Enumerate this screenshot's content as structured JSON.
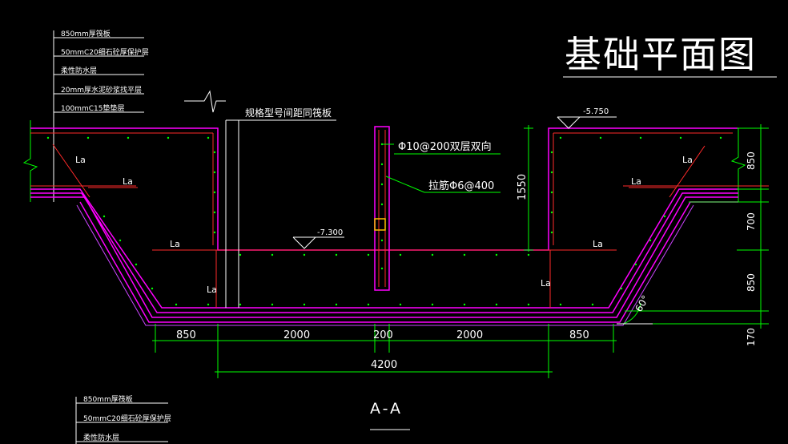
{
  "title": "基础平面图",
  "section_label": "A-A",
  "layers_top": [
    "850mm厚筏板",
    "50mmC20细石砼厚保护层",
    "柔性防水层",
    "20mm厚水泥砂浆找平层",
    "100mmC15垫垫层"
  ],
  "layers_bottom": [
    "850mm厚筏板",
    "50mmC20细石砼厚保护层",
    "柔性防水层"
  ],
  "column_note": "规格型号间距同筏板",
  "rebar_note_1": "Φ10@200双层双向",
  "rebar_note_2": "拉筋Φ6@400",
  "elevation_1": "-5.750",
  "elevation_2": "-7.300",
  "anchor_label": "La",
  "angle_label": "60°",
  "dim_bottom": [
    "850",
    "2000",
    "200",
    "2000",
    "850"
  ],
  "dim_total": "4200",
  "dim_right": [
    "850",
    "700",
    "850",
    "170"
  ],
  "dim_depth": "1550",
  "colors": {
    "background": "#000000",
    "concrete_outline": "#ff00ff",
    "rebar": "#ff2a2a",
    "dimension": "#00ff00",
    "text": "#ffffff",
    "highlight_box": "#ffc000"
  }
}
